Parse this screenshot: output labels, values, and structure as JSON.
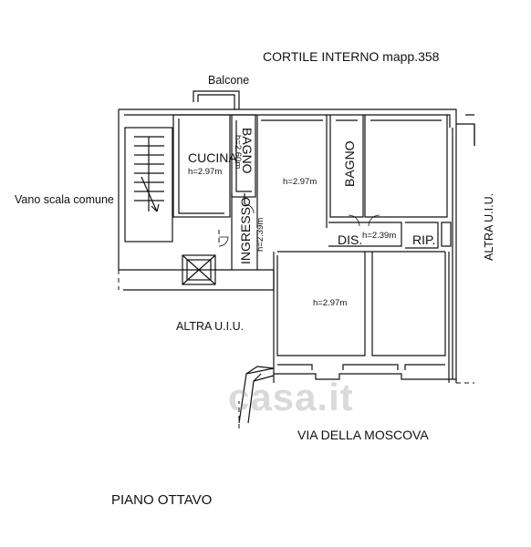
{
  "labels": {
    "courtyard": "CORTILE INTERNO mapp.358",
    "balcony": "Balcone",
    "kitchen": "CUCINA",
    "kitchen_height": "h=2.97m",
    "bath1": "BAGNO",
    "bath1_height": "h=2.60m",
    "room_height": "h=2.97m",
    "bath2": "BAGNO",
    "stairwell": "Vano scala comune",
    "entrance": "INGRESSO",
    "entrance_height": "h=2.39m",
    "hall": "DIS.",
    "hall_height": "h=2.39m",
    "storage": "RIP.",
    "other_unit_right": "ALTRA U.I.U.",
    "other_unit_left": "ALTRA U.I.U.",
    "living_height": "h=2.97m",
    "street": "VIA DELLA MOSCOVA",
    "floor": "PIANO OTTAVO"
  },
  "watermark": "casa.it",
  "colors": {
    "lines": "#111111",
    "watermark": "#9a9a9a"
  }
}
